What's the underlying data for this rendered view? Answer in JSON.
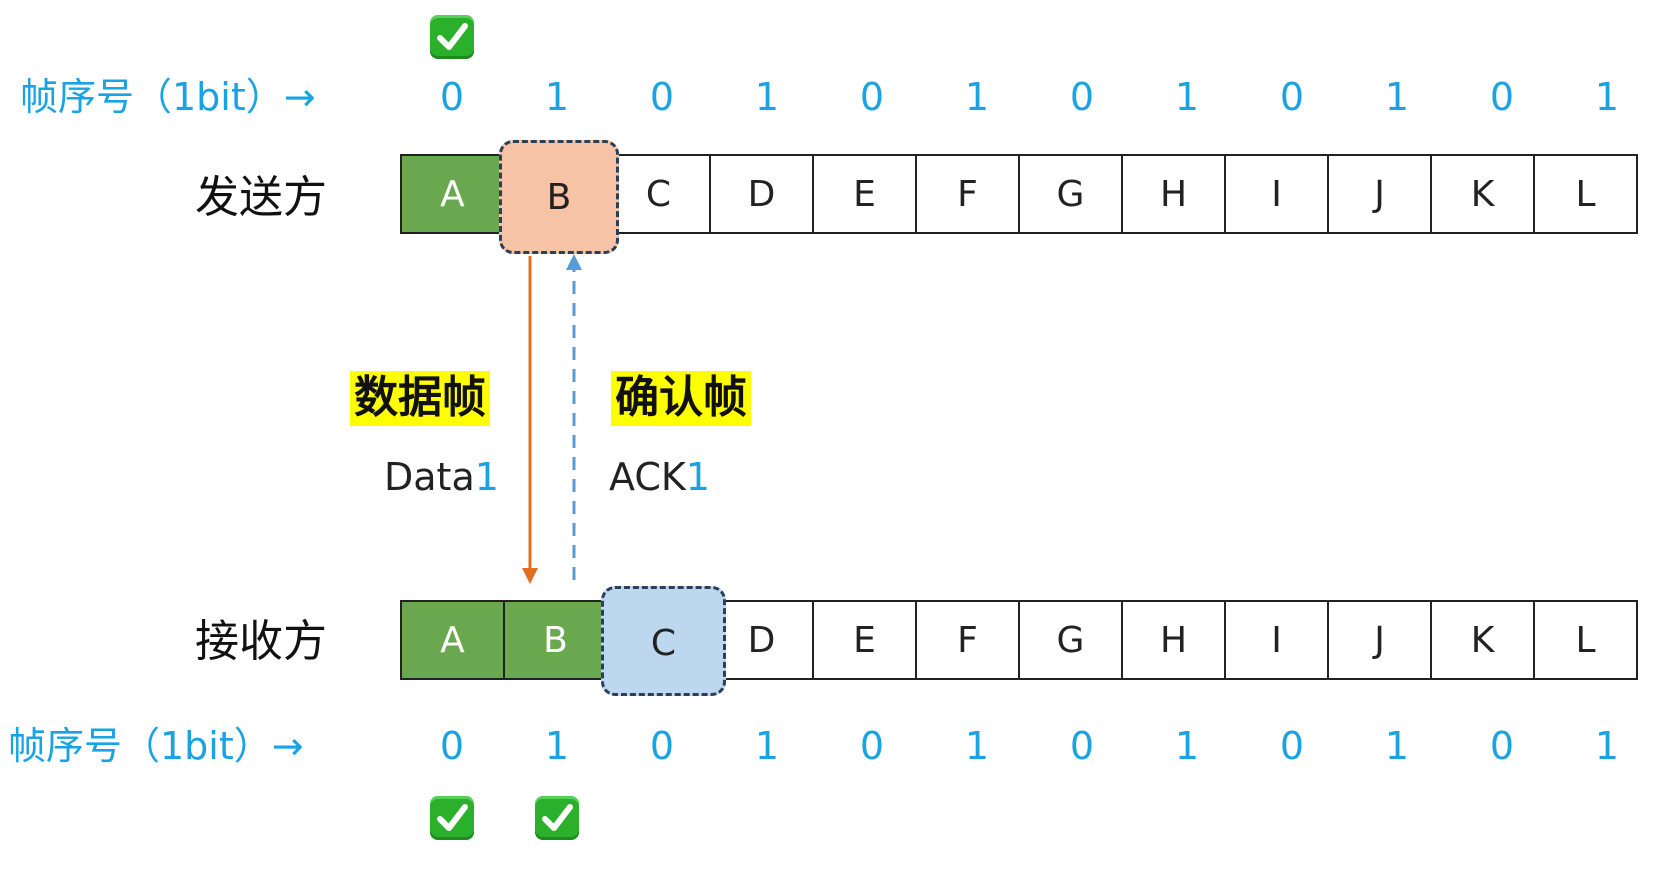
{
  "sequence_label": "帧序号（1bit）→",
  "sequence_numbers": [
    "0",
    "1",
    "0",
    "1",
    "0",
    "1",
    "0",
    "1",
    "0",
    "1",
    "0",
    "1"
  ],
  "sender": {
    "label": "发送方",
    "frames": [
      "A",
      "B",
      "C",
      "D",
      "E",
      "F",
      "G",
      "H",
      "I",
      "J",
      "K",
      "L"
    ],
    "acknowledged_count": 1,
    "window_frame": "B",
    "checks_above": 1
  },
  "receiver": {
    "label": "接收方",
    "frames": [
      "A",
      "B",
      "C",
      "D",
      "E",
      "F",
      "G",
      "H",
      "I",
      "J",
      "K",
      "L"
    ],
    "received_count": 2,
    "window_frame": "C",
    "checks_below": 2
  },
  "data_frame": {
    "title": "数据帧",
    "name": "Data",
    "seq": "1"
  },
  "ack_frame": {
    "title": "确认帧",
    "name": "ACK",
    "seq": "1"
  },
  "colors": {
    "sequence_blue": "#1aa3e3",
    "done_green": "#6aa84f",
    "sender_window": "#f6c3a6",
    "receiver_window": "#bdd7ee",
    "data_arrow": "#e07020",
    "ack_arrow": "#5b9bd5",
    "highlight_yellow": "#ffff00",
    "check_green": "#2bb02b"
  },
  "icons": {
    "check": "check-mark-icon"
  }
}
